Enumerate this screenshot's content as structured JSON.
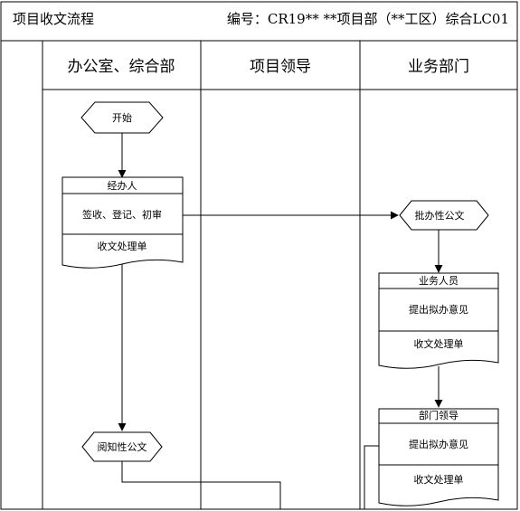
{
  "header": {
    "title": "项目收文流程",
    "code": "编号：CR19** **项目部（**工区）综合LC01"
  },
  "columns": [
    {
      "label": "办公室、综合部"
    },
    {
      "label": "项目领导"
    },
    {
      "label": "业务部门"
    }
  ],
  "nodes": {
    "start": {
      "label": "开始"
    },
    "handler": {
      "title": "经办人",
      "step": "签收、登记、初审",
      "doc": "收文处理单"
    },
    "decision_approve": {
      "label": "批办性公文"
    },
    "staff": {
      "title": "业务人员",
      "step": "提出拟办意见",
      "doc": "收文处理单"
    },
    "decision_read": {
      "label": "阅知性公文"
    },
    "dept_leader": {
      "title": "部门领导",
      "step": "提出拟办意见",
      "doc": "收文处理单"
    }
  }
}
